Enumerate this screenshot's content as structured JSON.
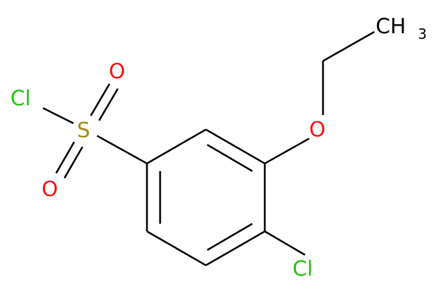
{
  "molecule": {
    "atoms": {
      "cl_sulfonyl": {
        "symbol": "Cl",
        "color": "#22c40f"
      },
      "sulfur": {
        "symbol": "S",
        "color": "#a38a1a"
      },
      "oxygen_top": {
        "symbol": "O",
        "color": "#ff0d0d"
      },
      "oxygen_bottom": {
        "symbol": "O",
        "color": "#ff0d0d"
      },
      "oxygen_ether": {
        "symbol": "O",
        "color": "#ff0d0d"
      },
      "cl_ring": {
        "symbol": "Cl",
        "color": "#22c40f"
      },
      "methyl": {
        "symbol": "CH",
        "subscript": "3",
        "color": "#000000"
      }
    },
    "bond_color": "#000000"
  }
}
